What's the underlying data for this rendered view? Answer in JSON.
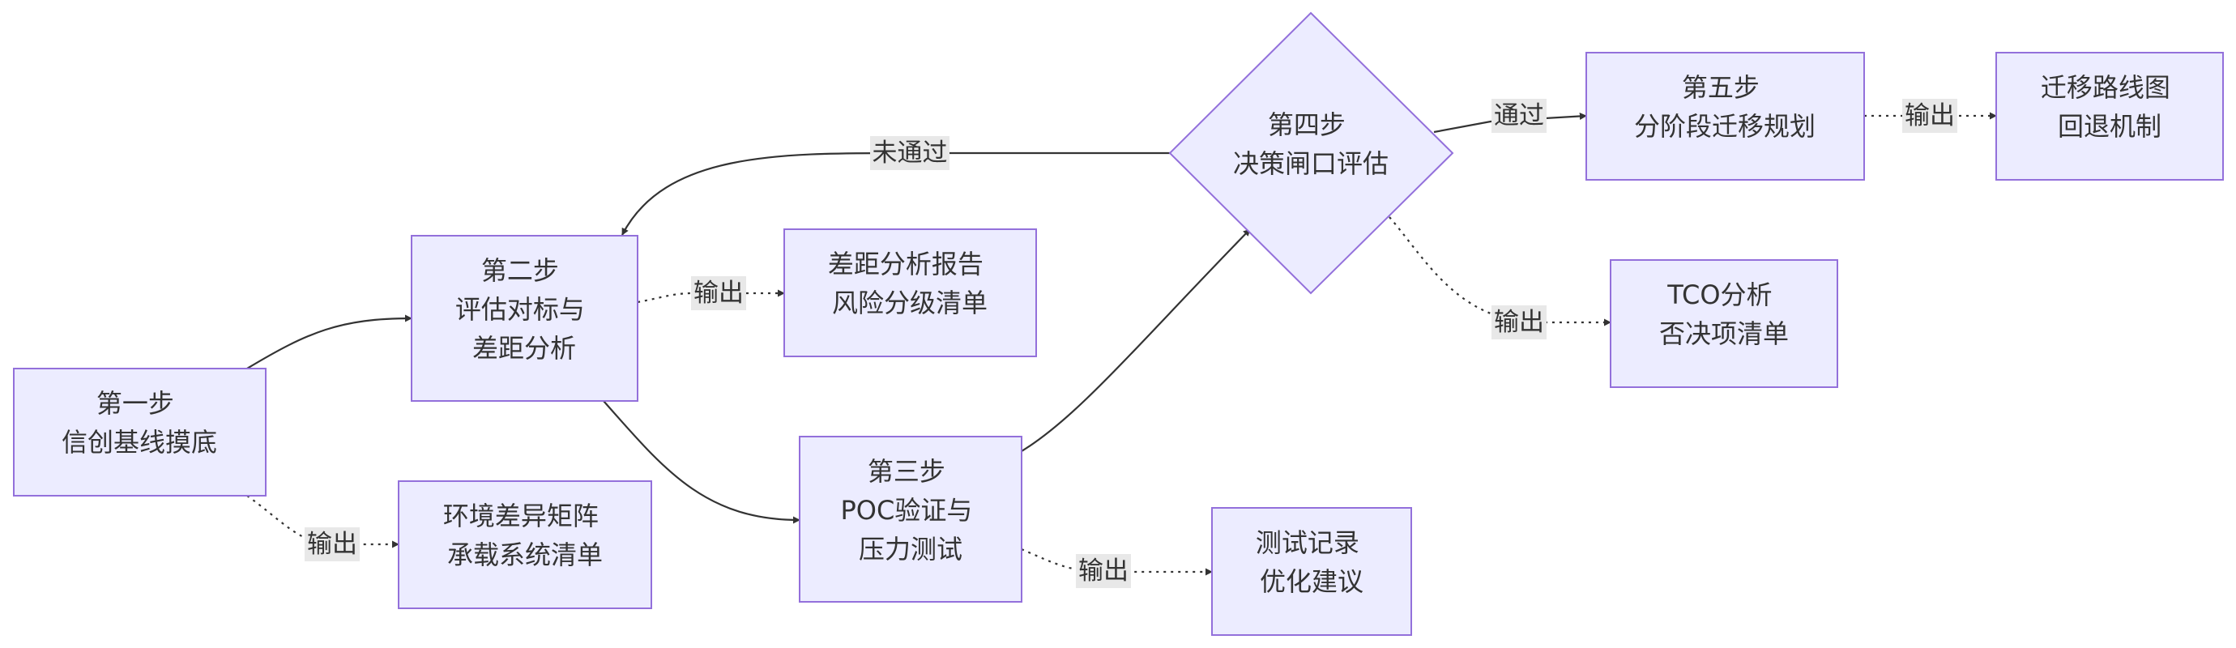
{
  "colors": {
    "node_fill": "#ECECFF",
    "node_border": "#9370DB",
    "edge": "#333333",
    "label_bg": "#e8e8e8",
    "text": "#333333"
  },
  "nodes": {
    "step1": [
      "第一步",
      "信创基线摸底"
    ],
    "step2": [
      "第二步",
      "评估对标与",
      "差距分析"
    ],
    "step3": [
      "第三步",
      "POC验证与",
      "压力测试"
    ],
    "step4": [
      "第四步",
      "决策闸口评估"
    ],
    "step5": [
      "第五步",
      "分阶段迁移规划"
    ],
    "out1": [
      "环境差异矩阵",
      "承载系统清单"
    ],
    "out2": [
      "差距分析报告",
      "风险分级清单"
    ],
    "out3": [
      "测试记录",
      "优化建议"
    ],
    "out4": [
      "TCO分析",
      "否决项清单"
    ],
    "out5": [
      "迁移路线图",
      "回退机制"
    ]
  },
  "edge_labels": {
    "output": "输出",
    "fail": "未通过",
    "pass": "通过"
  }
}
